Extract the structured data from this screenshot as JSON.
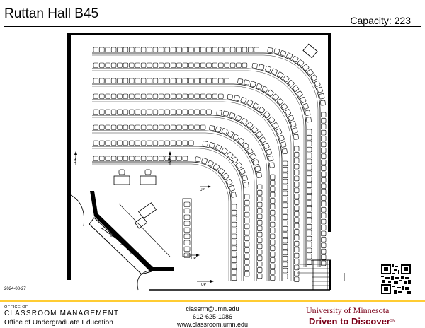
{
  "header": {
    "room_title": "Ruttan Hall B45",
    "capacity": "Capacity: 223"
  },
  "plan": {
    "up_label": "UP"
  },
  "footer": {
    "date": "2024-08-27",
    "office_of": "OFFICE OF",
    "office_name": "CLASSROOM MANAGEMENT",
    "office_sub": "Office of Undergraduate Education",
    "email": "classrm@umn.edu",
    "phone": "612-625-1086",
    "website": "www.classroom.umn.edu",
    "university": "University of Minnesota",
    "tagline": "Driven to Discover",
    "tagline_mark": "SM"
  },
  "colors": {
    "umn_maroon": "#7a0019",
    "umn_gold": "#ffcc33"
  },
  "icons": [
    "qr-code-icon",
    "stair-icon",
    "desk-icon",
    "chair-icon"
  ]
}
